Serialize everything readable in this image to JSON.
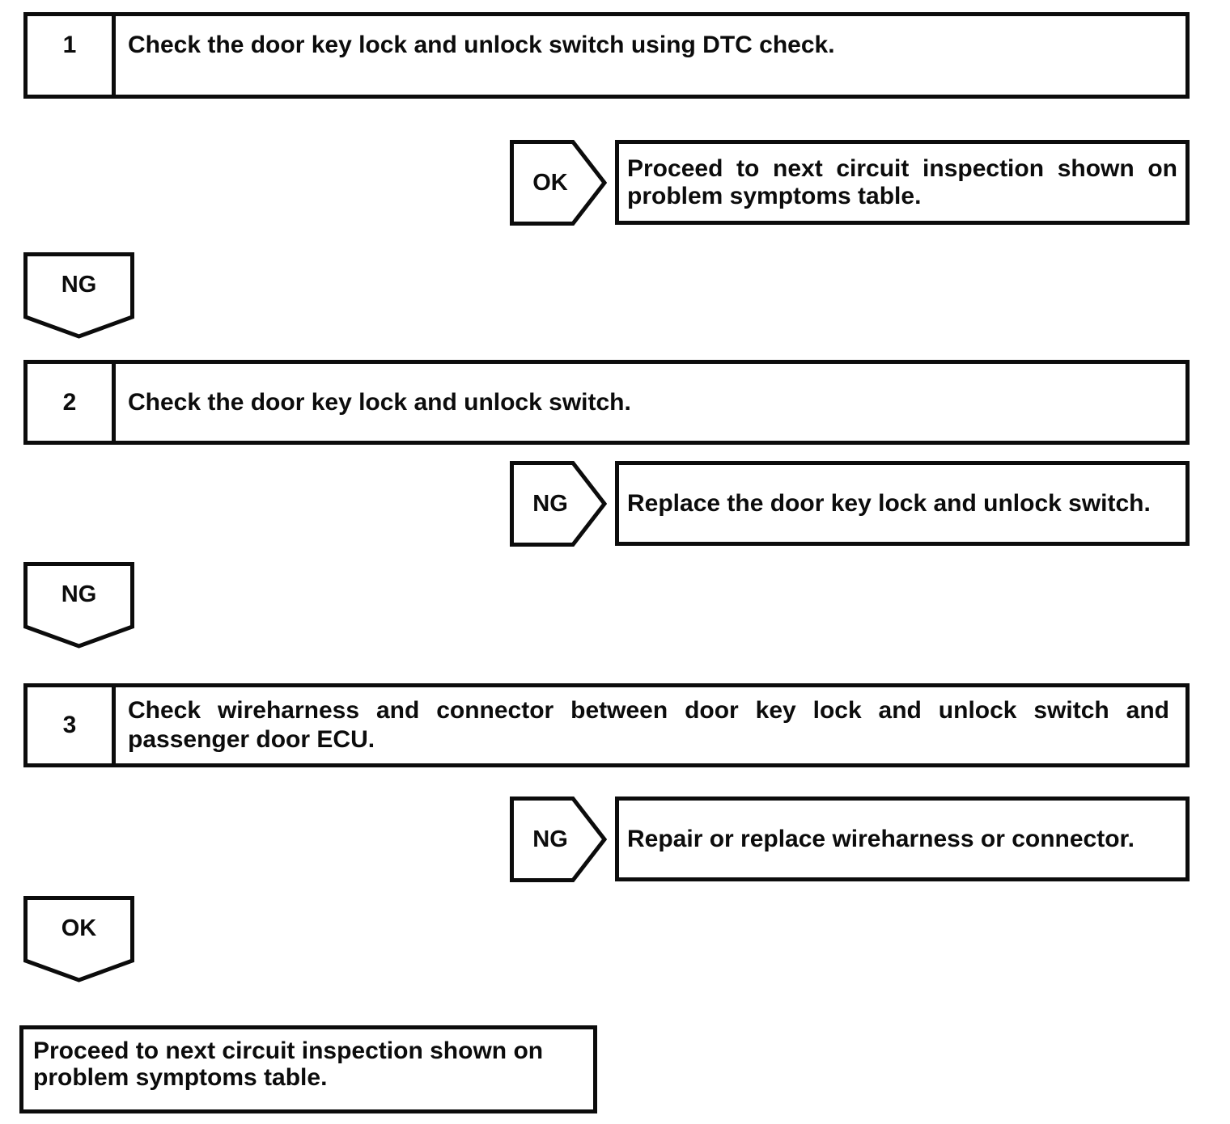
{
  "flowchart": {
    "steps": [
      {
        "number": "1",
        "instruction": "Check the door key lock and unlock switch using DTC check."
      },
      {
        "number": "2",
        "instruction": "Check the door key lock and unlock switch."
      },
      {
        "number": "3",
        "instruction": "Check wireharness and connector between door key lock and unlock switch and passenger door ECU."
      }
    ],
    "branches": [
      {
        "label": "OK",
        "result": "Proceed to next circuit inspection shown on problem symptoms table."
      },
      {
        "label": "NG",
        "result": "Replace the door key lock and unlock switch."
      },
      {
        "label": "NG",
        "result": "Repair or replace wireharness or connector."
      }
    ],
    "continuations": [
      {
        "label": "NG"
      },
      {
        "label": "NG"
      },
      {
        "label": "OK"
      }
    ],
    "final": {
      "text": "Proceed to next circuit inspection shown on problem symptoms table."
    },
    "colors": {
      "ink": "#0c0c0c",
      "background": "#ffffff"
    }
  }
}
